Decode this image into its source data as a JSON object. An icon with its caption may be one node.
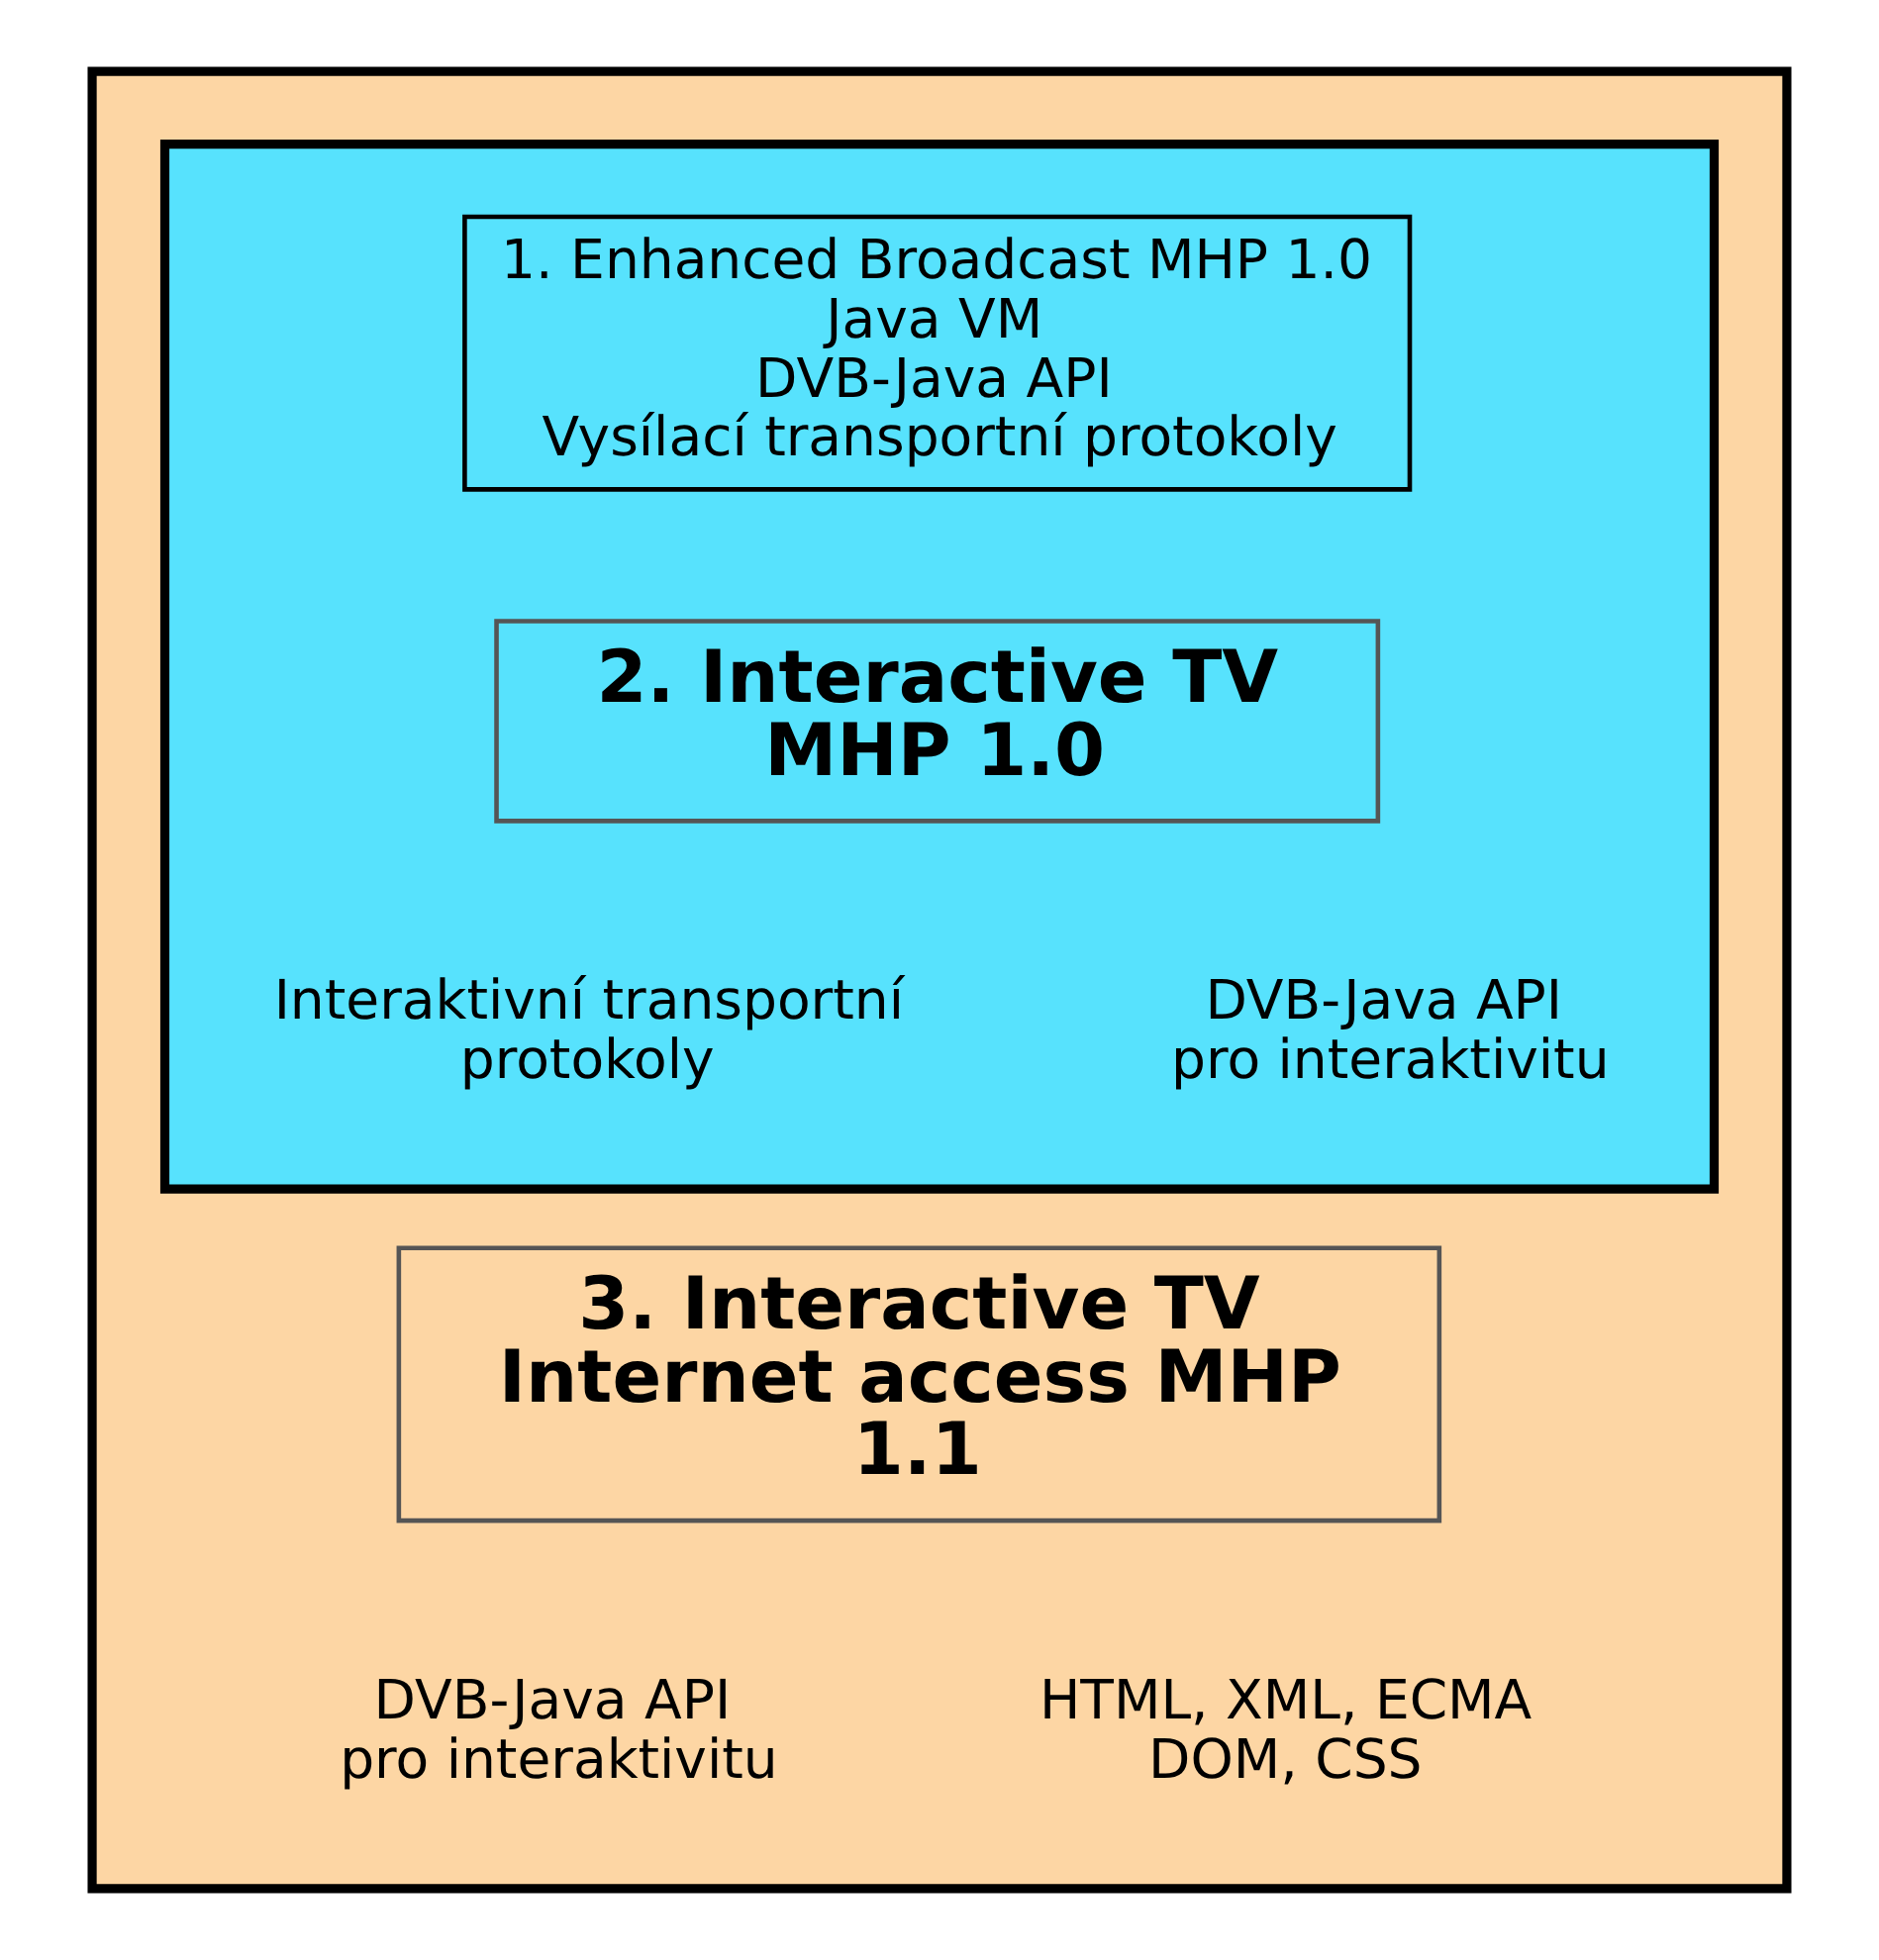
{
  "diagram": {
    "nodes": [
      {
        "text": [
          "3. Interactive TV Internet access MHP 1.1",
          "DVB-Java API pro interaktivitu",
          "HTML, XML, ECMA DOM, CSS"
        ]
      },
      {
        "text": [
          "2. Interactive TV MHP 1.0",
          "Interaktivní transportní protokoly",
          "DVB-Java API pro interaktivitu"
        ],
        "in": 0
      },
      {
        "text": [
          "1. Enhanced Broadcast MHP 1.0",
          "Java VM",
          "DVB-Java API",
          "Vysílací transportní protokoly"
        ],
        "in": 1
      }
    ]
  }
}
